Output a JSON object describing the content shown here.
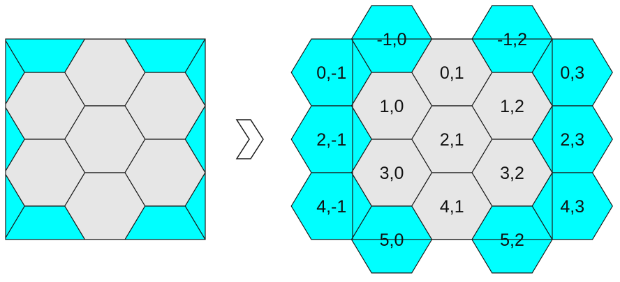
{
  "colors": {
    "inner_fill": "#e6e6e6",
    "edge_fill": "#00ffff",
    "stroke": "#1a1a1a",
    "background": "#ffffff"
  },
  "arrow_icon": "chevron-right-icon",
  "left_tiling": {
    "description_visible": false
  },
  "right_tiling": {
    "cells": [
      {
        "label": "-1,0",
        "type": "edge"
      },
      {
        "label": "-1,2",
        "type": "edge"
      },
      {
        "label": "0,-1",
        "type": "edge"
      },
      {
        "label": "0,1",
        "type": "inner"
      },
      {
        "label": "0,3",
        "type": "edge"
      },
      {
        "label": "1,0",
        "type": "inner"
      },
      {
        "label": "1,2",
        "type": "inner"
      },
      {
        "label": "2,-1",
        "type": "edge"
      },
      {
        "label": "2,1",
        "type": "inner"
      },
      {
        "label": "2,3",
        "type": "edge"
      },
      {
        "label": "3,0",
        "type": "inner"
      },
      {
        "label": "3,2",
        "type": "inner"
      },
      {
        "label": "4,-1",
        "type": "edge"
      },
      {
        "label": "4,1",
        "type": "inner"
      },
      {
        "label": "4,3",
        "type": "edge"
      },
      {
        "label": "5,0",
        "type": "edge"
      },
      {
        "label": "5,2",
        "type": "edge"
      }
    ]
  }
}
